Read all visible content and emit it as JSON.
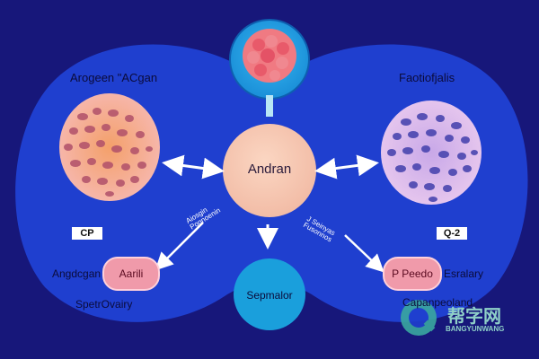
{
  "diagram": {
    "top_left_title": "Arogeen \"ACgan",
    "top_right_title": "Faotiofjalis",
    "center_label": "Andran",
    "bottom_center_label": "Sepmalor",
    "left_badge": "CP",
    "right_badge": "Q-2",
    "left_arrow_text": "Aiosgin Pognoenin",
    "right_arrow_text": "J Seinyas Fusonnos",
    "left_pill": "Aarili",
    "right_pill": "P Peedo",
    "left_lower_label": "Angdcgan",
    "left_bottom_label": "SpetrOvairy",
    "right_lower_label": "Esralary",
    "right_bottom_label": "Capanpeoland"
  },
  "watermark": {
    "title": "帮字网",
    "subtitle": "BANGYUNWANG"
  },
  "colors": {
    "background": "#17177a",
    "blob": "#1f3fcf",
    "center_circle": "#f6c6ae",
    "bottom_circle": "#1a9fdc",
    "pill": "#f09aaa",
    "arrow": "#ffffff"
  }
}
